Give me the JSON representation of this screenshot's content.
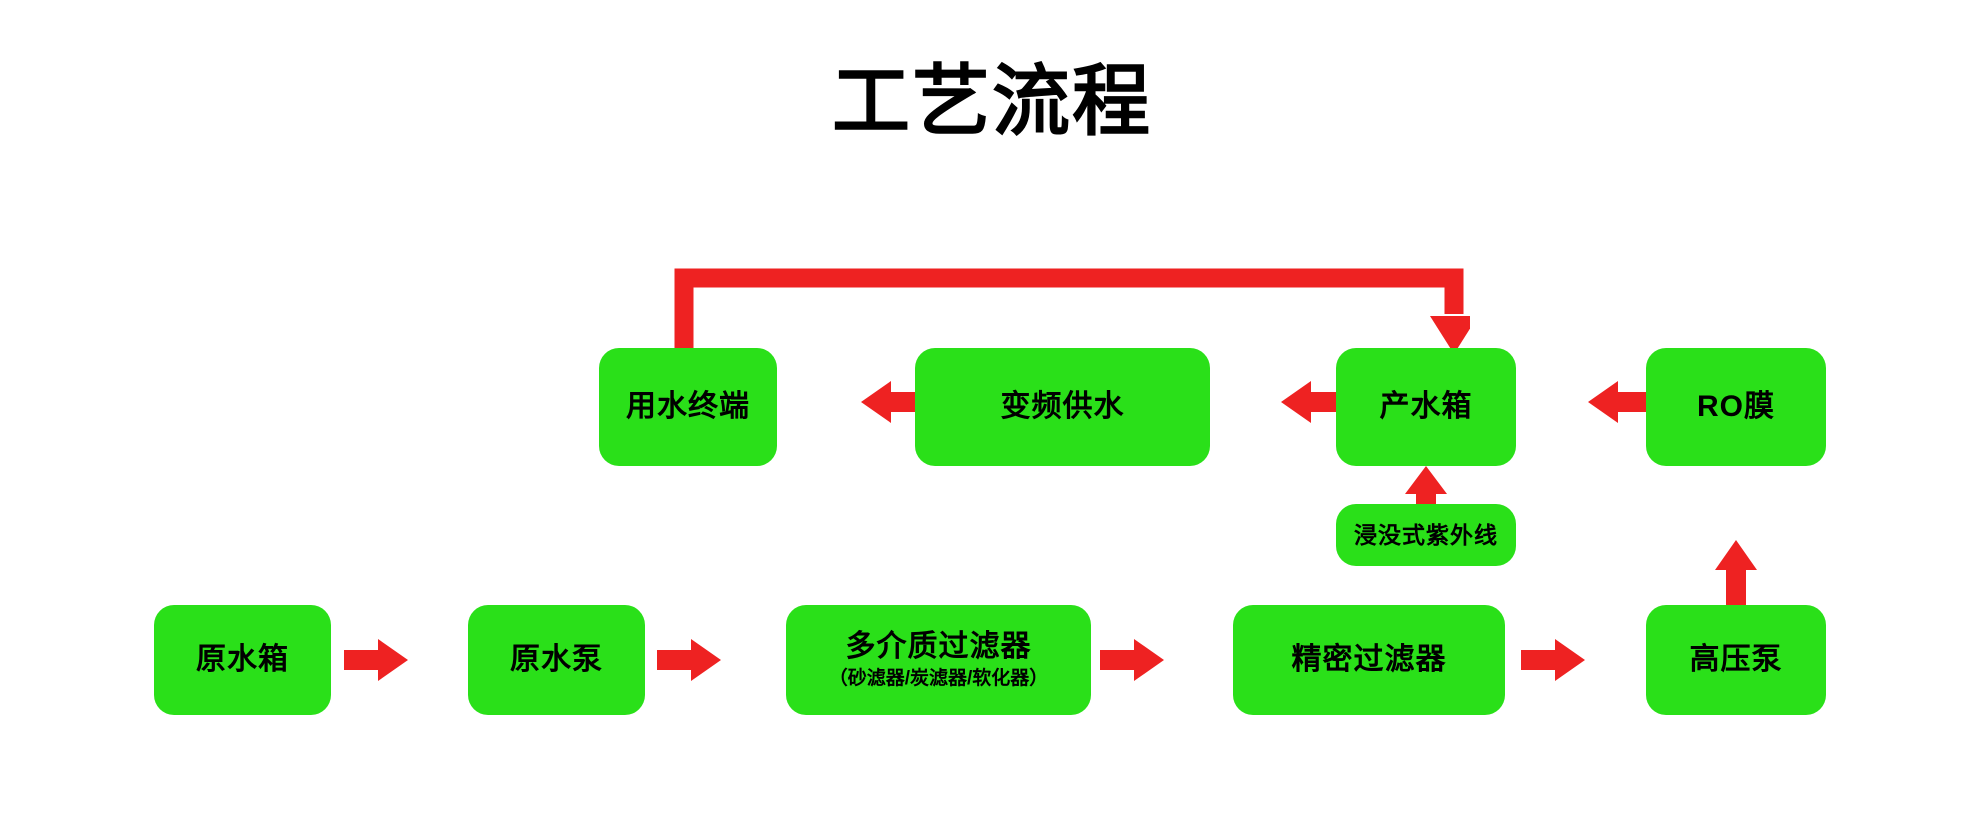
{
  "title": "工艺流程",
  "colors": {
    "box_fill": "#2AE019",
    "arrow": "#EE2222",
    "text": "#000000",
    "background": "#FFFFFF"
  },
  "diagram": {
    "type": "process-flowchart",
    "nodes": [
      {
        "id": "raw-water-tank",
        "label": "原水箱",
        "sublabel": "",
        "row": "bottom",
        "order": 1
      },
      {
        "id": "raw-water-pump",
        "label": "原水泵",
        "sublabel": "",
        "row": "bottom",
        "order": 2
      },
      {
        "id": "multimedia-filter",
        "label": "多介质过滤器",
        "sublabel": "（砂滤器/炭滤器/软化器）",
        "row": "bottom",
        "order": 3
      },
      {
        "id": "precision-filter",
        "label": "精密过滤器",
        "sublabel": "",
        "row": "bottom",
        "order": 4
      },
      {
        "id": "high-pressure-pump",
        "label": "高压泵",
        "sublabel": "",
        "row": "bottom",
        "order": 5
      },
      {
        "id": "ro-membrane",
        "label": "RO膜",
        "sublabel": "",
        "row": "top",
        "order": 6
      },
      {
        "id": "product-water-tank",
        "label": "产水箱",
        "sublabel": "",
        "row": "top",
        "order": 7
      },
      {
        "id": "variable-freq-supply",
        "label": "变频供水",
        "sublabel": "",
        "row": "top",
        "order": 8
      },
      {
        "id": "water-use-terminal",
        "label": "用水终端",
        "sublabel": "",
        "row": "top",
        "order": 9
      },
      {
        "id": "immersion-uv",
        "label": "浸没式紫外线",
        "sublabel": "",
        "row": "aux",
        "order": 10
      }
    ],
    "edges": [
      {
        "from": "raw-water-tank",
        "to": "raw-water-pump",
        "direction": "right"
      },
      {
        "from": "raw-water-pump",
        "to": "multimedia-filter",
        "direction": "right"
      },
      {
        "from": "multimedia-filter",
        "to": "precision-filter",
        "direction": "right"
      },
      {
        "from": "precision-filter",
        "to": "high-pressure-pump",
        "direction": "right"
      },
      {
        "from": "high-pressure-pump",
        "to": "ro-membrane",
        "direction": "up"
      },
      {
        "from": "ro-membrane",
        "to": "product-water-tank",
        "direction": "left"
      },
      {
        "from": "product-water-tank",
        "to": "variable-freq-supply",
        "direction": "left"
      },
      {
        "from": "variable-freq-supply",
        "to": "water-use-terminal",
        "direction": "left"
      },
      {
        "from": "immersion-uv",
        "to": "product-water-tank",
        "direction": "up"
      },
      {
        "from": "water-use-terminal",
        "to": "product-water-tank",
        "direction": "elbow-return"
      }
    ]
  }
}
